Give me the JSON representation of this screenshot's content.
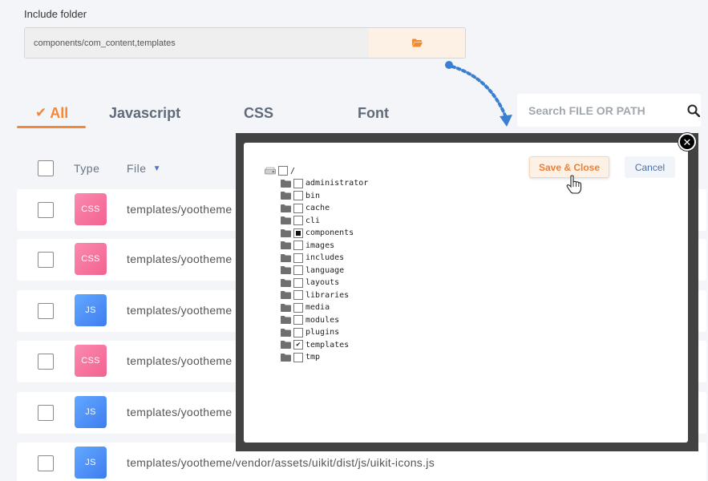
{
  "include": {
    "label": "Include folder",
    "value": "components/com_content,templates"
  },
  "tabs": [
    {
      "label": "All",
      "active": true
    },
    {
      "label": "Javascript",
      "active": false
    },
    {
      "label": "CSS",
      "active": false
    },
    {
      "label": "Font",
      "active": false
    }
  ],
  "search": {
    "placeholder": "Search FILE OR PATH"
  },
  "table": {
    "columns": {
      "type": "Type",
      "file": "File"
    },
    "rows": [
      {
        "type": "CSS",
        "file": "templates/yootheme"
      },
      {
        "type": "CSS",
        "file": "templates/yootheme"
      },
      {
        "type": "JS",
        "file": "templates/yootheme"
      },
      {
        "type": "CSS",
        "file": "templates/yootheme"
      },
      {
        "type": "JS",
        "file": "templates/yootheme"
      },
      {
        "type": "JS",
        "file": "templates/yootheme/vendor/assets/uikit/dist/js/uikit-icons.js"
      }
    ]
  },
  "modal": {
    "save_label": "Save & Close",
    "cancel_label": "Cancel",
    "close_glyph": "✕",
    "root_label": "/",
    "folders": [
      {
        "name": "administrator",
        "state": "unchecked"
      },
      {
        "name": "bin",
        "state": "unchecked"
      },
      {
        "name": "cache",
        "state": "unchecked"
      },
      {
        "name": "cli",
        "state": "unchecked"
      },
      {
        "name": "components",
        "state": "partial"
      },
      {
        "name": "images",
        "state": "unchecked"
      },
      {
        "name": "includes",
        "state": "unchecked"
      },
      {
        "name": "language",
        "state": "unchecked"
      },
      {
        "name": "layouts",
        "state": "unchecked"
      },
      {
        "name": "libraries",
        "state": "unchecked"
      },
      {
        "name": "media",
        "state": "unchecked"
      },
      {
        "name": "modules",
        "state": "unchecked"
      },
      {
        "name": "plugins",
        "state": "unchecked"
      },
      {
        "name": "templates",
        "state": "checked"
      },
      {
        "name": "tmp",
        "state": "unchecked"
      }
    ]
  },
  "icons": {
    "browse": "folder-open-icon",
    "search": "search-icon",
    "tab_check": "checkmark-icon",
    "sort": "chevron-down-icon",
    "close": "close-icon",
    "cursor": "hand-pointer-icon",
    "root": "drive-icon",
    "folder": "folder-icon"
  },
  "colors": {
    "accent": "#f2883a",
    "css_badge": "#f2628f",
    "js_badge": "#3f7cf0",
    "link": "#4a78c8",
    "arrow": "#3a7fd0"
  }
}
